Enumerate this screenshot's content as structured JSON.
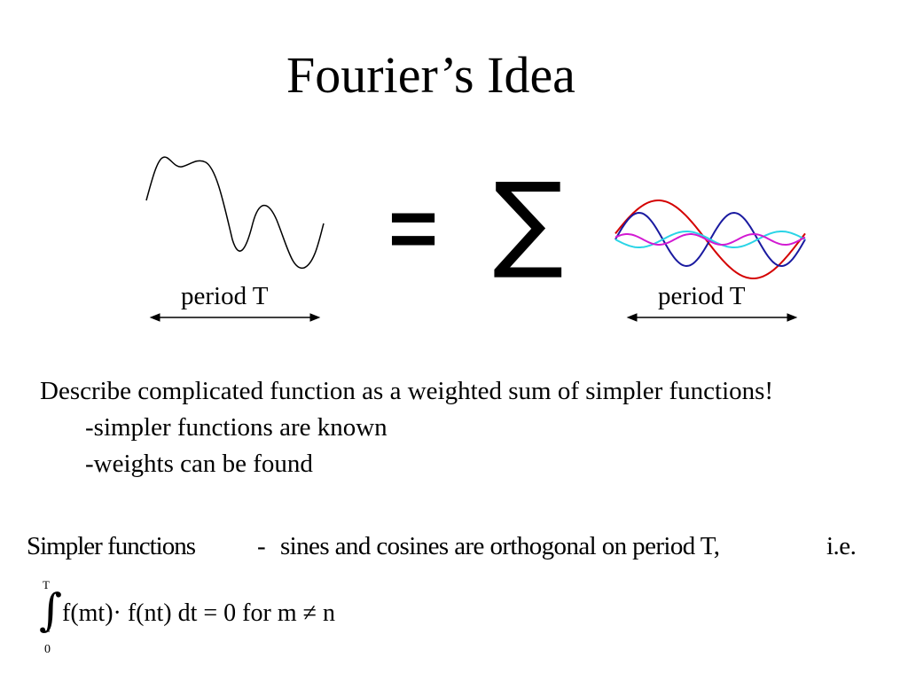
{
  "slide": {
    "title": "Fourier’s Idea",
    "equals_symbol": "=",
    "sum_symbol": "∑",
    "period_left": "period T",
    "period_right": "period T",
    "description": "Describe complicated function as a weighted sum of simpler functions!",
    "bullets": [
      "-simpler functions are known",
      "-weights can be found"
    ],
    "simpler_label": "Simpler functions",
    "dash": "-",
    "orthogonal_text": "sines and cosines are orthogonal on period T,",
    "ie": "i.e.",
    "integral": {
      "upper_limit": "T",
      "lower_limit": "0",
      "sign": "∫",
      "integrand": "f(mt)· f(nt) dt = 0  for  m ≠ n"
    }
  },
  "colors": {
    "text": "#000000",
    "wave_red": "#d40000",
    "wave_blue": "#1a1aa0",
    "wave_cyan": "#2ad4e6",
    "wave_magenta": "#d21ad2"
  }
}
